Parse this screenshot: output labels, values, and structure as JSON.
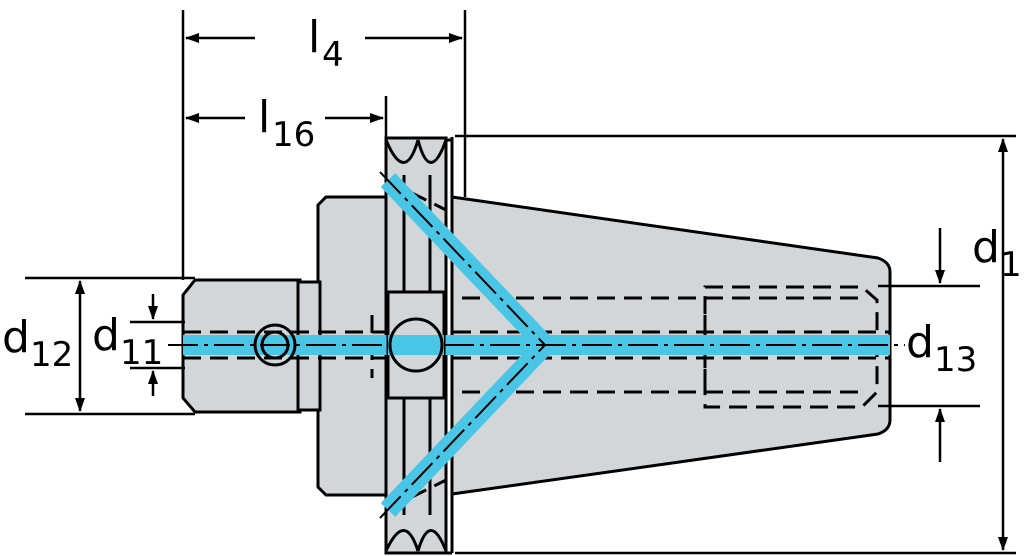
{
  "labels": {
    "l4": {
      "main": "l",
      "sub": "4"
    },
    "l16": {
      "main": "l",
      "sub": "16"
    },
    "d1": {
      "main": "d",
      "sub": "1"
    },
    "d11": {
      "main": "d",
      "sub": "11"
    },
    "d12": {
      "main": "d",
      "sub": "12"
    },
    "d13": {
      "main": "d",
      "sub": "13"
    }
  },
  "colors": {
    "body_fill": "#d3d6d8",
    "outline": "#000000",
    "coolant": "#49c6e5"
  }
}
